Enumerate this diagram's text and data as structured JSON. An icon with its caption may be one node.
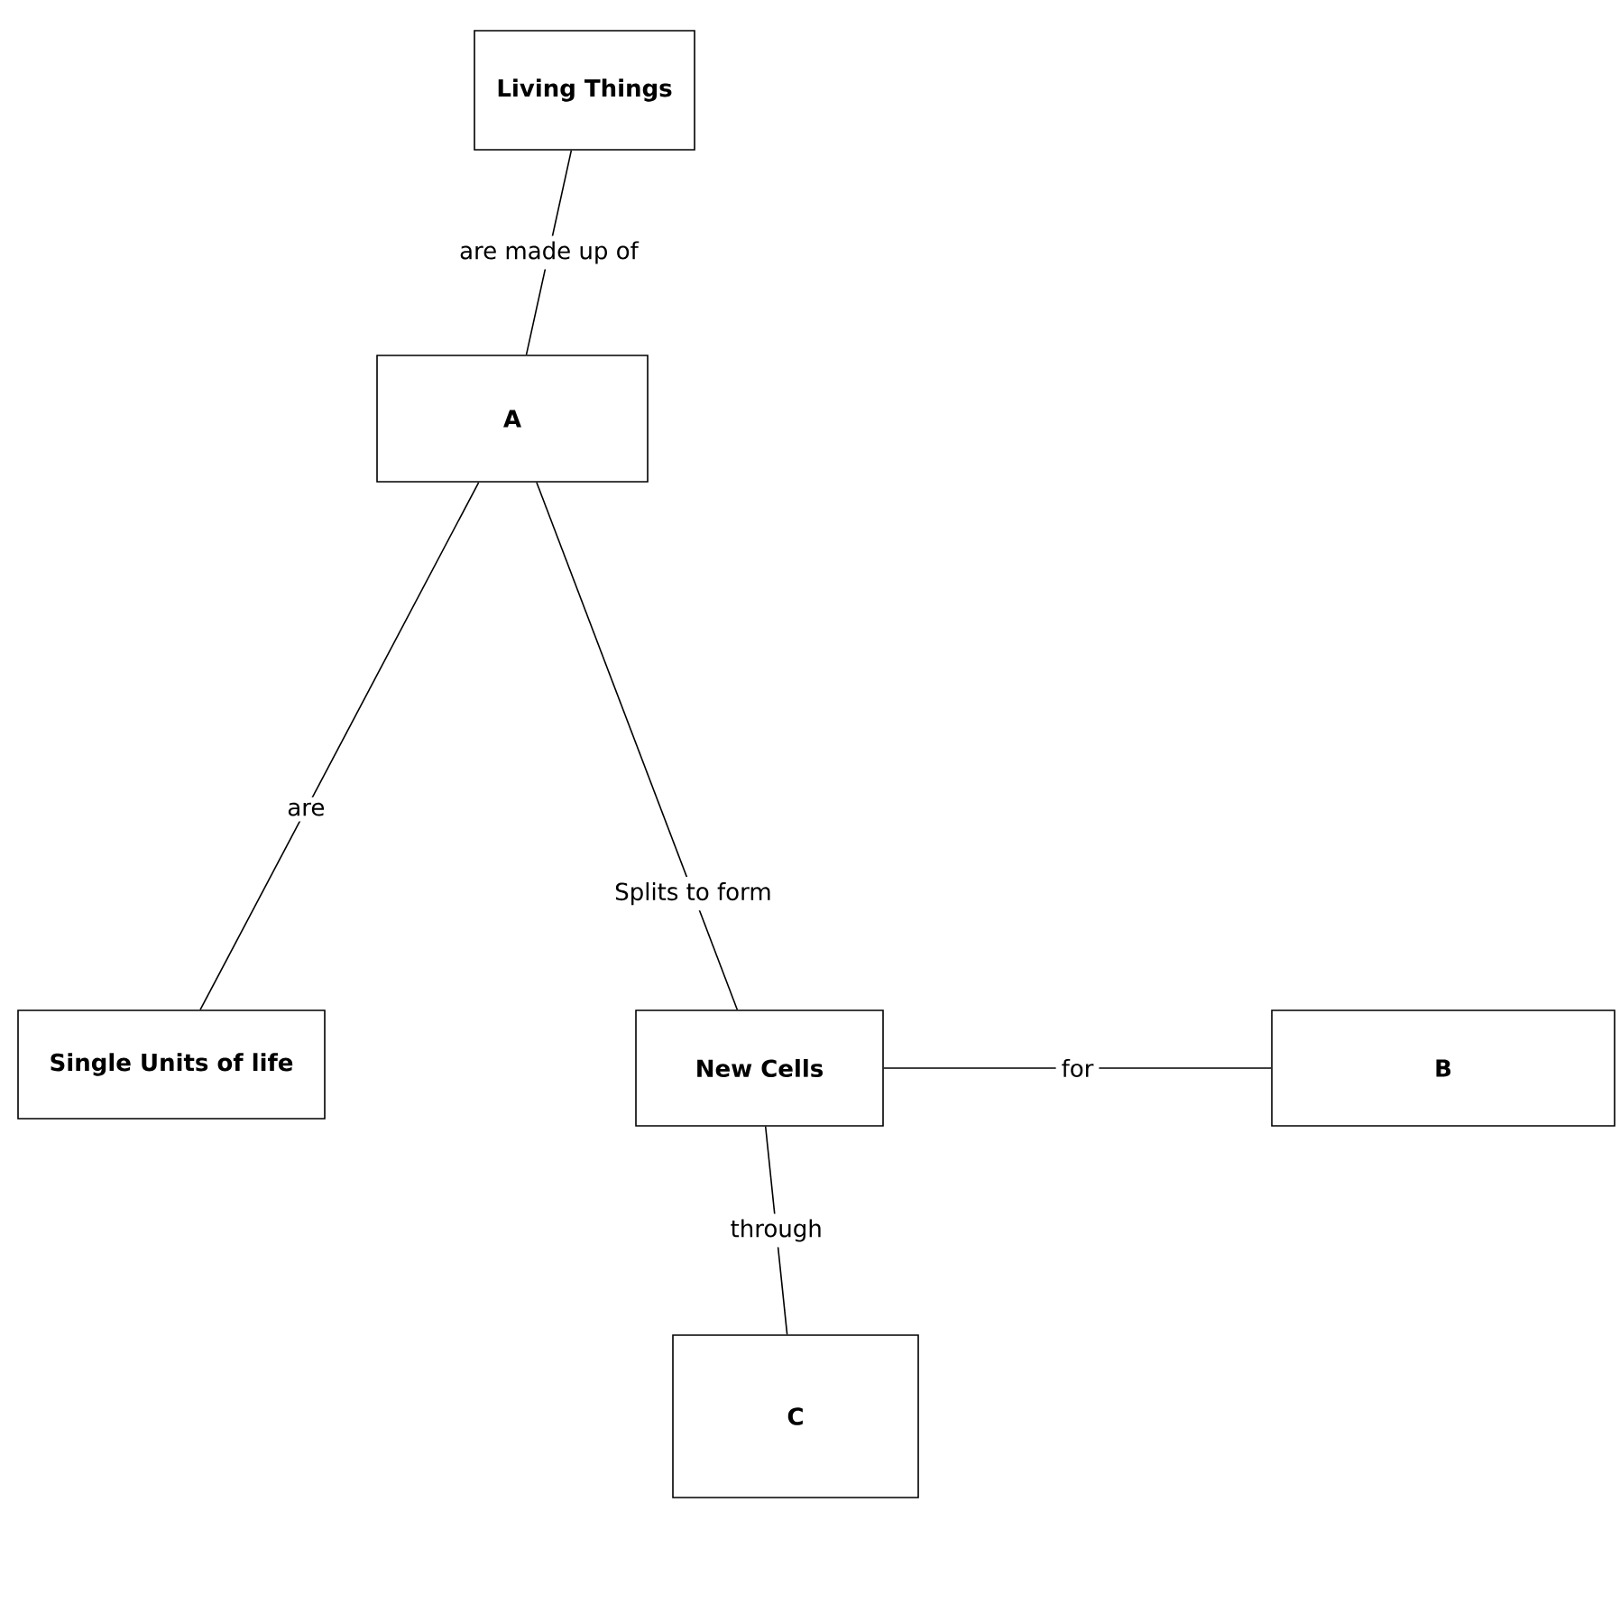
{
  "diagram": {
    "nodes": [
      {
        "text": [
          "Living Things"
        ]
      },
      {
        "text": [
          "A"
        ]
      },
      {
        "text": [
          "Single Units of life"
        ]
      },
      {
        "text": [
          "New Cells"
        ]
      },
      {
        "text": [
          "B"
        ]
      },
      {
        "text": [
          "C"
        ]
      }
    ],
    "edges": [
      {
        "from": 0,
        "to": 1,
        "arrow": "none",
        "label": "are made up of"
      },
      {
        "from": 1,
        "to": 2,
        "arrow": "none",
        "label": "are"
      },
      {
        "from": 1,
        "to": 3,
        "arrow": "none",
        "label": "Splits to form"
      },
      {
        "from": 3,
        "to": 4,
        "arrow": "none",
        "label": "for"
      },
      {
        "from": 3,
        "to": 5,
        "arrow": "none",
        "label": "through"
      }
    ]
  }
}
